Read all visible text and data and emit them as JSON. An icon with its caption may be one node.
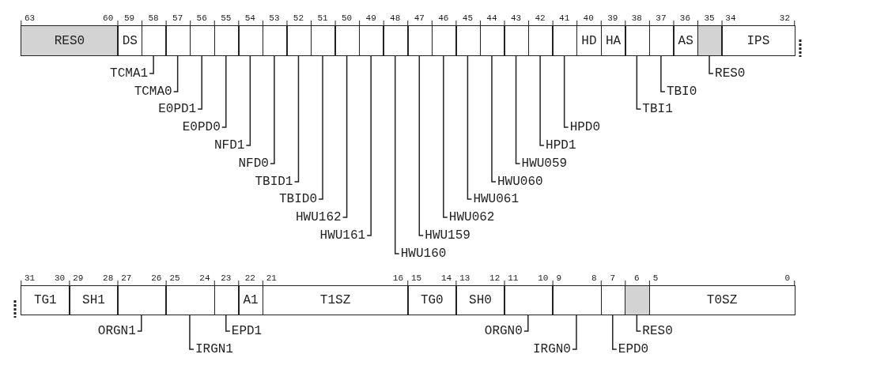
{
  "diagram": {
    "nodes": [
      {
        "text": [
          "RES0"
        ]
      },
      {
        "text": [
          "DS"
        ]
      },
      {
        "text": [],
        "shape": "box"
      },
      {
        "text": [],
        "shape": "box"
      },
      {
        "text": [],
        "shape": "box"
      },
      {
        "text": [],
        "shape": "box"
      },
      {
        "text": [],
        "shape": "box"
      },
      {
        "text": [],
        "shape": "box"
      },
      {
        "text": [],
        "shape": "box"
      },
      {
        "text": [],
        "shape": "box"
      },
      {
        "text": [],
        "shape": "box"
      },
      {
        "text": [],
        "shape": "box"
      },
      {
        "text": [],
        "shape": "box"
      },
      {
        "text": [],
        "shape": "box"
      },
      {
        "text": [],
        "shape": "box"
      },
      {
        "text": [],
        "shape": "box"
      },
      {
        "text": [],
        "shape": "box"
      },
      {
        "text": [],
        "shape": "box"
      },
      {
        "text": [],
        "shape": "box"
      },
      {
        "text": [],
        "shape": "box"
      },
      {
        "text": [
          "HD"
        ]
      },
      {
        "text": [
          "HA"
        ]
      },
      {
        "text": [],
        "shape": "box"
      },
      {
        "text": [],
        "shape": "box"
      },
      {
        "text": [
          "AS"
        ]
      },
      {
        "text": [],
        "shape": "box"
      },
      {
        "text": [
          "IPS"
        ]
      },
      {
        "text": [
          "TG1"
        ]
      },
      {
        "text": [
          "SH1"
        ]
      },
      {
        "text": [],
        "shape": "box"
      },
      {
        "text": [],
        "shape": "box"
      },
      {
        "text": [],
        "shape": "box"
      },
      {
        "text": [
          "A1"
        ]
      },
      {
        "text": [
          "T1SZ"
        ]
      },
      {
        "text": [
          "TG0"
        ]
      },
      {
        "text": [
          "SH0"
        ]
      },
      {
        "text": [],
        "shape": "box"
      },
      {
        "text": [],
        "shape": "box"
      },
      {
        "text": [],
        "shape": "box"
      },
      {
        "text": [],
        "shape": "box"
      },
      {
        "text": [
          "T0SZ"
        ]
      },
      {
        "text": [
          "TCMA1"
        ]
      },
      {
        "text": [
          "TCMA0"
        ]
      },
      {
        "text": [
          "E0PD1"
        ]
      },
      {
        "text": [
          "E0PD0"
        ]
      },
      {
        "text": [
          "NFD1"
        ]
      },
      {
        "text": [
          "NFD0"
        ]
      },
      {
        "text": [
          "TBID1"
        ]
      },
      {
        "text": [
          "TBID0"
        ]
      },
      {
        "text": [
          "HWU162"
        ]
      },
      {
        "text": [
          "HWU161"
        ]
      },
      {
        "text": [
          "HWU160"
        ]
      },
      {
        "text": [
          "HWU159"
        ]
      },
      {
        "text": [
          "HWU062"
        ]
      },
      {
        "text": [
          "HWU061"
        ]
      },
      {
        "text": [
          "HWU060"
        ]
      },
      {
        "text": [
          "HWU059"
        ]
      },
      {
        "text": [
          "HPD1"
        ]
      },
      {
        "text": [
          "HPD0"
        ]
      },
      {
        "text": [
          "TBI1"
        ]
      },
      {
        "text": [
          "TBI0"
        ]
      },
      {
        "text": [
          "RES0"
        ]
      },
      {
        "text": [
          "ORGN1"
        ]
      },
      {
        "text": [
          "IRGN1"
        ]
      },
      {
        "text": [
          "EPD1"
        ]
      },
      {
        "text": [
          "ORGN0"
        ]
      },
      {
        "text": [
          "IRGN0"
        ]
      },
      {
        "text": [
          "EPD0"
        ]
      },
      {
        "text": [
          "RES0"
        ]
      }
    ],
    "edges": [
      {
        "from": 41,
        "to": 2,
        "arrow": "none"
      },
      {
        "from": 42,
        "to": 3,
        "arrow": "none"
      },
      {
        "from": 43,
        "to": 4,
        "arrow": "none"
      },
      {
        "from": 44,
        "to": 5,
        "arrow": "none"
      },
      {
        "from": 45,
        "to": 6,
        "arrow": "none"
      },
      {
        "from": 46,
        "to": 7,
        "arrow": "none"
      },
      {
        "from": 47,
        "to": 8,
        "arrow": "none"
      },
      {
        "from": 48,
        "to": 9,
        "arrow": "none"
      },
      {
        "from": 49,
        "to": 10,
        "arrow": "none"
      },
      {
        "from": 50,
        "to": 11,
        "arrow": "none"
      },
      {
        "from": 51,
        "to": 12,
        "arrow": "none"
      },
      {
        "from": 52,
        "to": 13,
        "arrow": "none"
      },
      {
        "from": 53,
        "to": 14,
        "arrow": "none"
      },
      {
        "from": 54,
        "to": 15,
        "arrow": "none"
      },
      {
        "from": 55,
        "to": 16,
        "arrow": "none"
      },
      {
        "from": 56,
        "to": 17,
        "arrow": "none"
      },
      {
        "from": 57,
        "to": 18,
        "arrow": "none"
      },
      {
        "from": 58,
        "to": 19,
        "arrow": "none"
      },
      {
        "from": 59,
        "to": 22,
        "arrow": "none"
      },
      {
        "from": 60,
        "to": 23,
        "arrow": "none"
      },
      {
        "from": 61,
        "to": 25,
        "arrow": "none"
      },
      {
        "from": 62,
        "to": 29,
        "arrow": "none"
      },
      {
        "from": 63,
        "to": 30,
        "arrow": "none"
      },
      {
        "from": 64,
        "to": 31,
        "arrow": "none"
      },
      {
        "from": 65,
        "to": 36,
        "arrow": "none"
      },
      {
        "from": 66,
        "to": 37,
        "arrow": "none"
      },
      {
        "from": 67,
        "to": 38,
        "arrow": "none"
      },
      {
        "from": 68,
        "to": 39,
        "arrow": "none"
      }
    ],
    "labels": [
      "63",
      "60",
      "59",
      "58",
      "57",
      "56",
      "55",
      "54",
      "53",
      "52",
      "51",
      "50",
      "49",
      "48",
      "47",
      "46",
      "45",
      "44",
      "43",
      "42",
      "41",
      "40",
      "39",
      "38",
      "37",
      "36",
      "35",
      "34",
      "32",
      "31",
      "30",
      "29",
      "28",
      "27",
      "26",
      "25",
      "24",
      "23",
      "22",
      "21",
      "16",
      "15",
      "14",
      "13",
      "12",
      "11",
      "10",
      "9",
      "8",
      "7",
      "6",
      "5",
      "0"
    ]
  }
}
